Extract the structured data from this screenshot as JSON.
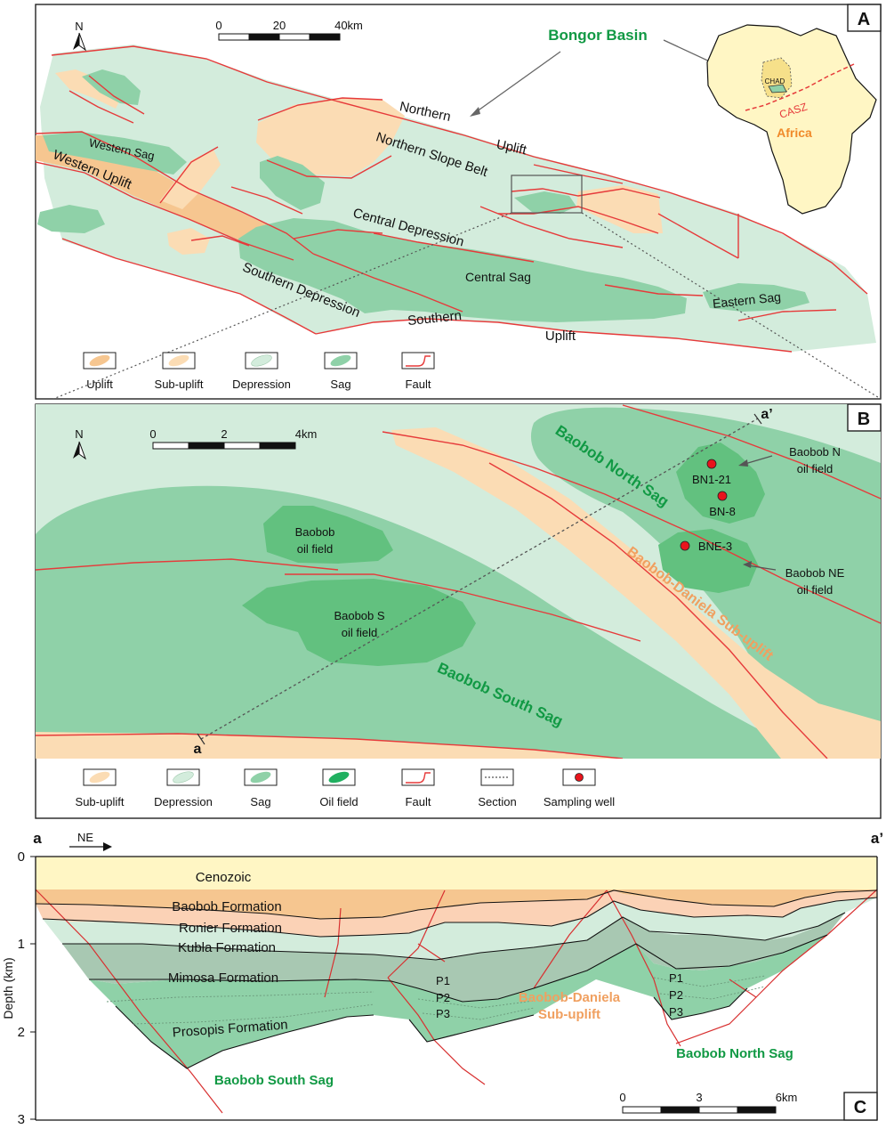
{
  "panelA": {
    "letter": "A",
    "north": "N",
    "scale": {
      "t0": "0",
      "t1": "20",
      "t2": "40km"
    },
    "basin_label": "Bongor Basin",
    "inset": {
      "country": "CHAD",
      "zone": "CASZ",
      "continent": "Africa"
    },
    "labels": {
      "northern": "Northern",
      "uplift_n": "Uplift",
      "northern_slope": "Northern Slope Belt",
      "western_sag": "Western Sag",
      "western_uplift": "Western Uplift",
      "central_depression": "Central Depression",
      "central_sag": "Central Sag",
      "southern_depression": "Southern Depression",
      "southern": "Southern",
      "uplift_s": "Uplift",
      "eastern_sag": "Eastern Sag"
    },
    "legend": [
      "Uplift",
      "Sub-uplift",
      "Depression",
      "Sag",
      "Fault"
    ]
  },
  "panelB": {
    "letter": "B",
    "north": "N",
    "scale": {
      "t0": "0",
      "t1": "2",
      "t2": "4km"
    },
    "section_start": "a",
    "section_end": "a’",
    "labels": {
      "north_sag": "Baobob North Sag",
      "south_sag": "Baobob South Sag",
      "sub_uplift": "Baobob-Daniela Sub-uplift",
      "baobob_field_1": "Baobob",
      "baobob_field_2": "oil field",
      "baobob_s_1": "Baobob S",
      "baobob_s_2": "oil field",
      "baobob_n_1": "Baobob N",
      "baobob_n_2": "oil field",
      "baobob_ne_1": "Baobob NE",
      "baobob_ne_2": "oil field"
    },
    "wells": [
      "BN1-21",
      "BN-8",
      "BNE-3"
    ],
    "legend": [
      "Sub-uplift",
      "Depression",
      "Sag",
      "Oil field",
      "Fault",
      "Section",
      "Sampling well"
    ]
  },
  "panelC": {
    "letter": "C",
    "start": "a",
    "end": "a’",
    "direction": "NE",
    "ylabel": "Depth (km)",
    "yticks": [
      "0",
      "1",
      "2",
      "3"
    ],
    "formations": [
      "Cenozoic",
      "Baobob Formation",
      "Ronier Formation",
      "Kubla Formation",
      "Mimosa Formation",
      "Prosopis Formation"
    ],
    "members": [
      "P1",
      "P2",
      "P3"
    ],
    "members_north": [
      "P1",
      "P2",
      "P3"
    ],
    "south_sag": "Baobob South Sag",
    "north_sag": "Baobob North Sag",
    "sub_uplift_1": "Baobob-Daniela",
    "sub_uplift_2": "Sub-uplift",
    "scale": {
      "t0": "0",
      "t1": "3",
      "t2": "6km"
    }
  },
  "colors": {
    "uplift": "#f6c690",
    "sub_uplift": "#fbdcb4",
    "depression": "#d3ecdc",
    "sag": "#8fd1a8",
    "oil_field": "#62c17f",
    "fault": "#e63a3a",
    "cenozoic": "#fff6c4",
    "well": "#e8141c"
  }
}
